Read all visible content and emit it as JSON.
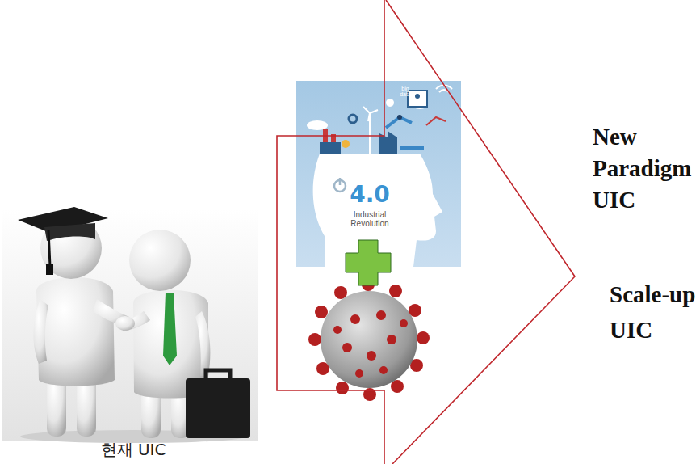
{
  "diagram": {
    "labels": [
      "big data",
      "4.0",
      "Industrial Revolution",
      "현재 UIC",
      "New Paradigm UIC",
      "Scale-up UIC"
    ]
  }
}
